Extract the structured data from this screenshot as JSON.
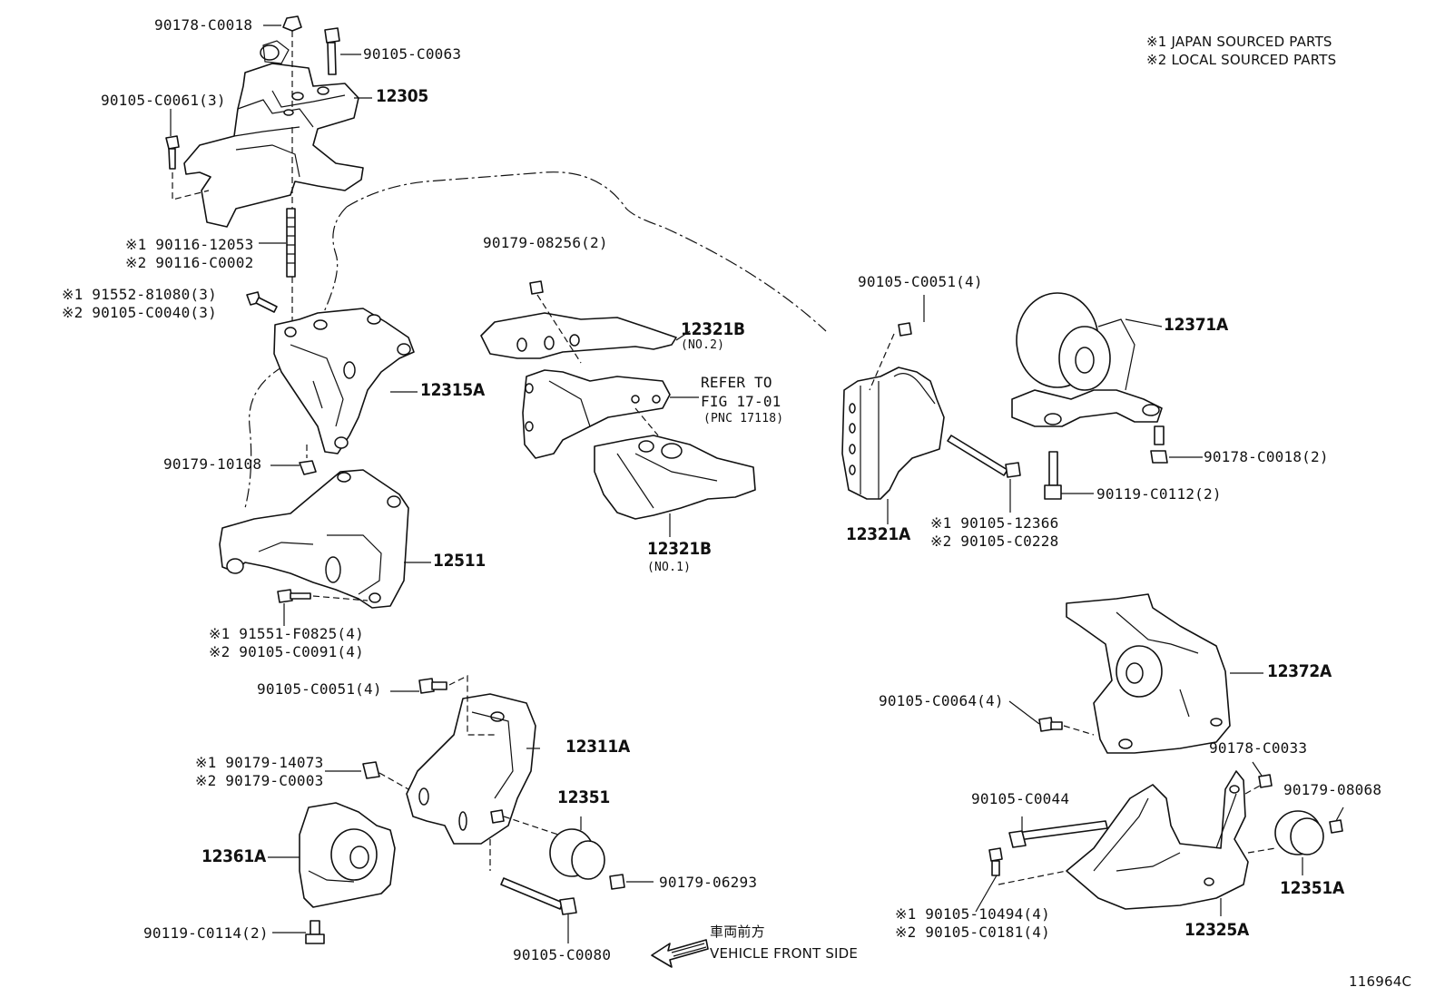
{
  "notes": {
    "line1": "※1 JAPAN SOURCED PARTS",
    "line2": "※2 LOCAL SOURCED PARTS"
  },
  "figure_id": "116964C",
  "direction": {
    "jp": "車両前方",
    "en": "VEHICLE FRONT SIDE"
  },
  "parts": {
    "p90178_c0018": "90178-C0018",
    "p90105_c0063": "90105-C0063",
    "p12305": "12305",
    "p90105_c0061": "90105-C0061(3)",
    "p90116_12053": "※1 90116-12053",
    "p90116_c0002": "※2 90116-C0002",
    "p91552_81080": "※1  91552-81080(3)",
    "p90105_c0040": "※2  90105-C0040(3)",
    "p12315a": "12315A",
    "p90179_10108": "90179-10108",
    "p12511": "12511",
    "p91551_f0825": "※1 91551-F0825(4)",
    "p90105_c0091": "※2 90105-C0091(4)",
    "p90105_c0051_a": "90105-C0051(4)",
    "p12311a": "12311A",
    "p90179_14073": "※1 90179-14073",
    "p90179_c0003": "※2 90179-C0003",
    "p12351": "12351",
    "p12361a": "12361A",
    "p90179_06293": "90179-06293",
    "p90119_c0114": "90119-C0114(2)",
    "p90105_c0080": "90105-C0080",
    "p90179_08256": "90179-08256(2)",
    "p12321b_no2": "12321B",
    "no2": "(NO.2)",
    "refer1": "REFER TO",
    "refer2": "FIG 17-01",
    "refer3": "(PNC 17118)",
    "p12321b_no1": "12321B",
    "no1": "(NO.1)",
    "p90105_c0051_b": "90105-C0051(4)",
    "p12321a": "12321A",
    "p90105_12366": "※1 90105-12366",
    "p90105_c0228": "※2 90105-C0228",
    "p12371a": "12371A",
    "p90178_c0018_2": "90178-C0018(2)",
    "p90119_c0112": "90119-C0112(2)",
    "p12372a": "12372A",
    "p90105_c0064": "90105-C0064(4)",
    "p90178_c0033": "90178-C0033",
    "p90105_c0044": "90105-C0044",
    "p90179_08068": "90179-08068",
    "p12351a": "12351A",
    "p90105_10494": "※1 90105-10494(4)",
    "p90105_c0181": "※2 90105-C0181(4)",
    "p12325a": "12325A"
  }
}
